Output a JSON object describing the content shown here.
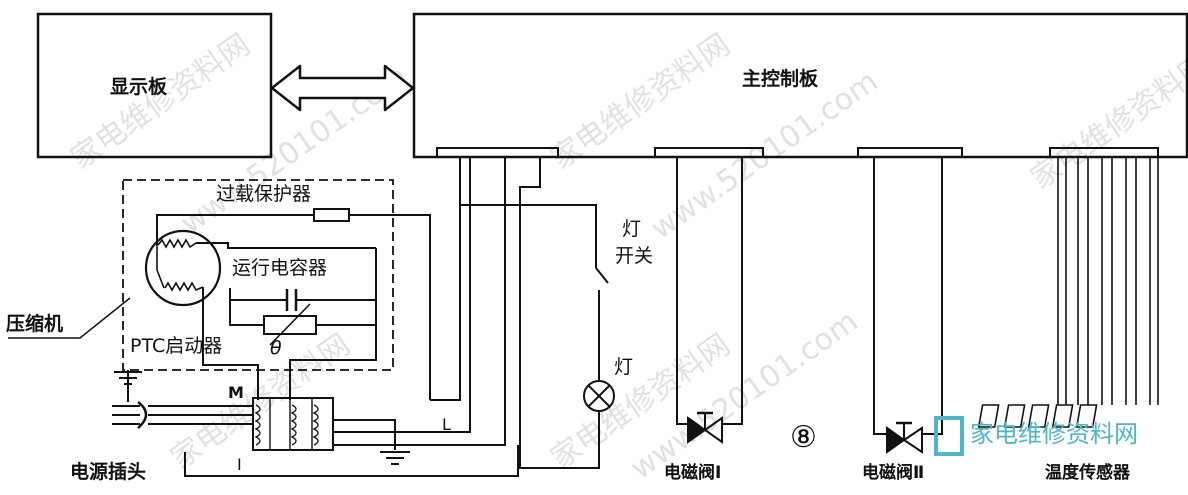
{
  "labels": {
    "display_board": "显示板",
    "main_board": "主控制板",
    "overload_protector": "过载保护器",
    "run_capacitor": "运行电容器",
    "compressor": "压缩机",
    "ptc_starter": "PTC启动器",
    "theta": "θ",
    "lamp_switch_line1": "灯",
    "lamp_switch_line2": "开关",
    "lamp": "灯",
    "motor_m": "M",
    "line_l": "L",
    "line_i": "I",
    "power_plug": "电源插头",
    "valve_1": "电磁阀Ⅰ",
    "valve_2": "电磁阀Ⅱ",
    "temp_sensor": "温度传感器",
    "figure_number": "⑧"
  },
  "watermarks": {
    "site_cn": "家电维修资料网",
    "site_url": "www.520101.com",
    "logo_text": "家电维修资料网"
  }
}
